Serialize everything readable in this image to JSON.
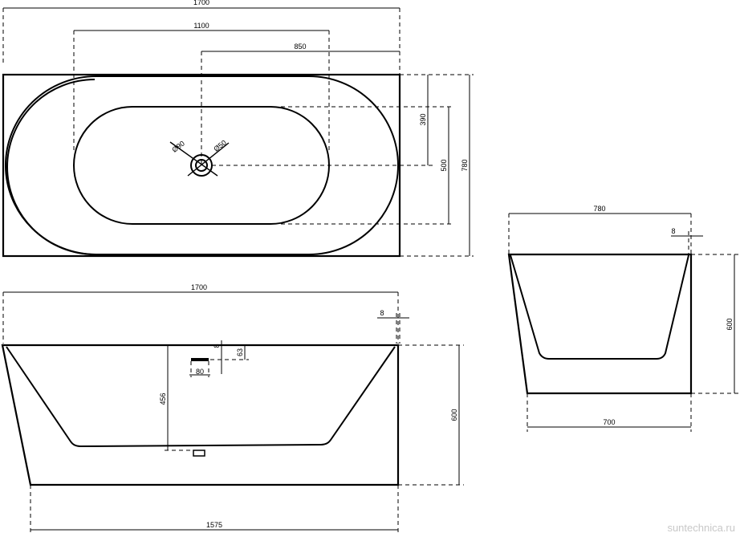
{
  "top_view": {
    "length": "1700",
    "inner_length": "1100",
    "drain_offset": "850",
    "drain_offset_side": "390",
    "inner_width": "500",
    "width": "780",
    "drain_diameter_outer": "Ø90",
    "drain_diameter_inner": "Ø50"
  },
  "front_view": {
    "length": "1700",
    "wall_thickness": "8",
    "inner_depth": "456",
    "height": "600",
    "bottom_length": "1575",
    "overflow_height": "63",
    "overflow_offset": "8",
    "overflow_width": "80"
  },
  "side_view": {
    "width": "780",
    "wall_thickness": "8",
    "height": "600",
    "bottom_width": "700"
  },
  "watermark": "suntechnica.ru"
}
